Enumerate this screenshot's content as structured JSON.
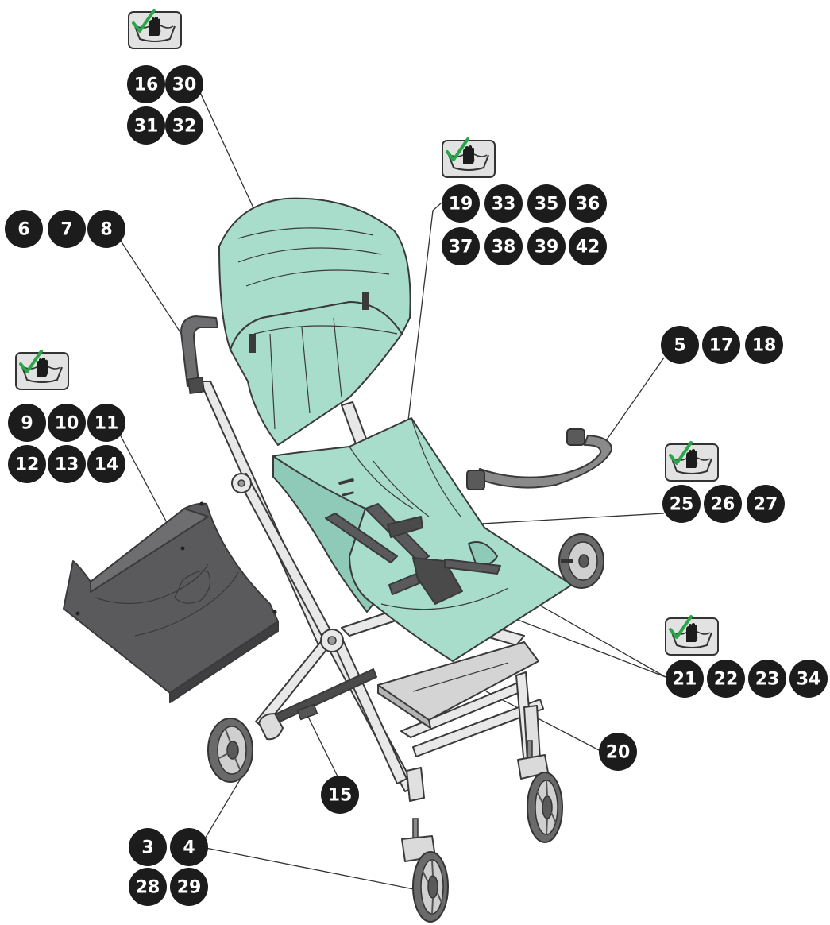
{
  "colors": {
    "fabric": "#a8ddcc",
    "fabric_dark": "#8fcab8",
    "basket": "#5a5a5c",
    "frame": "#e8e8e8",
    "badge": "#1c1c1c",
    "check": "#2aa64a",
    "wash_icon_bg": "#e2e2e2",
    "bumper": "#8a8a8a"
  },
  "wash_icons": [
    {
      "id": "wash-canopy",
      "icon": "hand-wash-icon",
      "checked": true
    },
    {
      "id": "wash-basket",
      "icon": "hand-wash-icon",
      "checked": true
    },
    {
      "id": "wash-seat",
      "icon": "hand-wash-icon",
      "checked": true
    },
    {
      "id": "wash-bumper",
      "icon": "hand-wash-icon",
      "checked": true
    },
    {
      "id": "wash-harness",
      "icon": "hand-wash-icon",
      "checked": true
    }
  ],
  "callouts": {
    "canopy": [
      "16",
      "30",
      "31",
      "32"
    ],
    "handle": [
      "6",
      "7",
      "8"
    ],
    "basket": [
      "9",
      "10",
      "11",
      "12",
      "13",
      "14"
    ],
    "seat": [
      "19",
      "33",
      "35",
      "36",
      "37",
      "38",
      "39",
      "42"
    ],
    "bumper_bar": [
      "5",
      "17",
      "18"
    ],
    "shoulder_straps": [
      "25",
      "26",
      "27"
    ],
    "harness": [
      "21",
      "22",
      "23",
      "34"
    ],
    "footrest": [
      "20"
    ],
    "brake": [
      "15"
    ],
    "wheels": [
      "3",
      "4",
      "28",
      "29"
    ]
  }
}
